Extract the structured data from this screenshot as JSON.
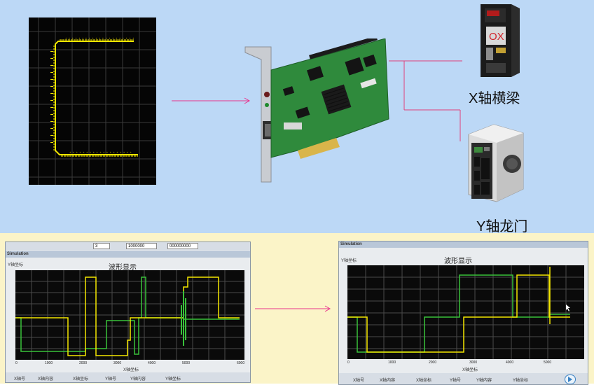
{
  "labels": {
    "x_axis_device": "X轴横梁",
    "y_axis_device": "Y轴龙门"
  },
  "servo_badge": "OX",
  "scope_left": {
    "window_title": "Simulation",
    "chart_title": "波形显示",
    "y_caption": "Y轴坐标",
    "x_caption": "X轴坐标",
    "field_count": "3",
    "field_a": "1000000",
    "field_b": "000000000",
    "x_ticks": [
      "0",
      "1000",
      "2000",
      "3000",
      "4000",
      "5000",
      "6000"
    ],
    "footer": [
      "X轴号",
      "X轴内容",
      "X轴坐标",
      "Y轴号",
      "Y轴内容",
      "Y轴坐标"
    ]
  },
  "scope_right": {
    "window_title": "Simulation",
    "chart_title": "波形显示",
    "y_caption": "Y轴坐标",
    "x_caption": "X轴坐标",
    "x_ticks": [
      "0",
      "1000",
      "2000",
      "3000",
      "4000",
      "5000"
    ],
    "footer": [
      "X轴号",
      "X轴内容",
      "X轴坐标",
      "Y轴号",
      "Y轴内容",
      "Y轴坐标"
    ]
  },
  "colors": {
    "top_bg": "#bcd8f6",
    "bottom_bg": "#fbf4c8",
    "arrow": "#e8338c",
    "connector": "#e0407a",
    "trace_yellow": "#f3e600",
    "trace_green": "#39c23a",
    "board_green": "#2f8a3c"
  }
}
